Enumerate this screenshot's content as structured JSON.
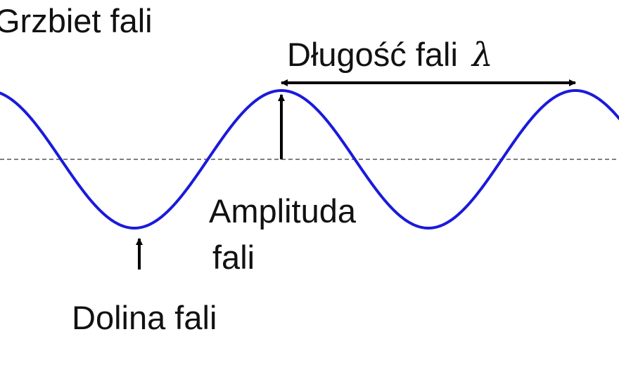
{
  "labels": {
    "crest": "Grzbiet fali",
    "wavelength": "Długość fali",
    "wavelength_symbol": "λ",
    "amplitude_line1": "Amplituda",
    "amplitude_line2": "fali",
    "trough": "Dolina fali"
  },
  "colors": {
    "wave": "#1a1adb",
    "arrows": "#000000",
    "axis": "#555555",
    "text": "#111111"
  }
}
